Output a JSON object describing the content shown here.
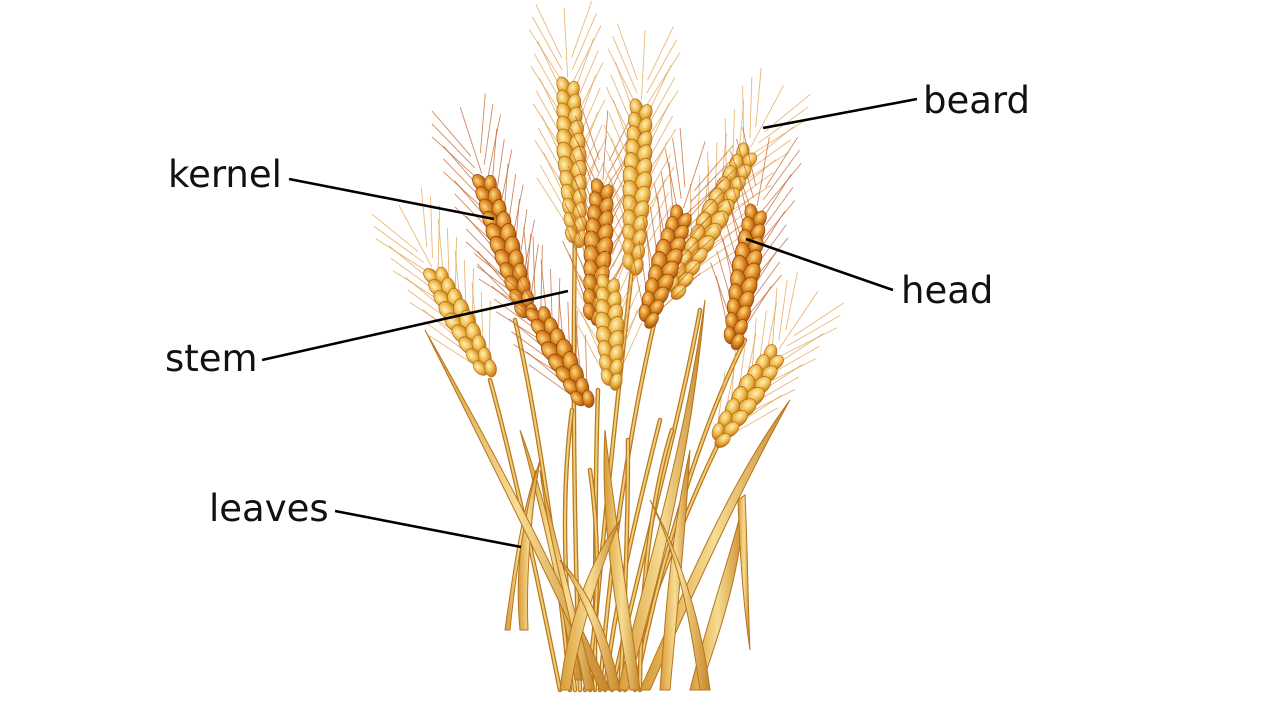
{
  "labels": {
    "beard": "beard",
    "kernel": "kernel",
    "head": "head",
    "stem": "stem",
    "leaves": "leaves"
  },
  "colors": {
    "background": "#ffffff",
    "label_text": "#111111",
    "leader_line": "#000000",
    "wheat_light": "#f3d98a",
    "wheat_mid": "#e8b13c",
    "wheat_dark": "#c77a18",
    "wheat_shadow": "#a9550f",
    "awn": "#d9893a"
  }
}
